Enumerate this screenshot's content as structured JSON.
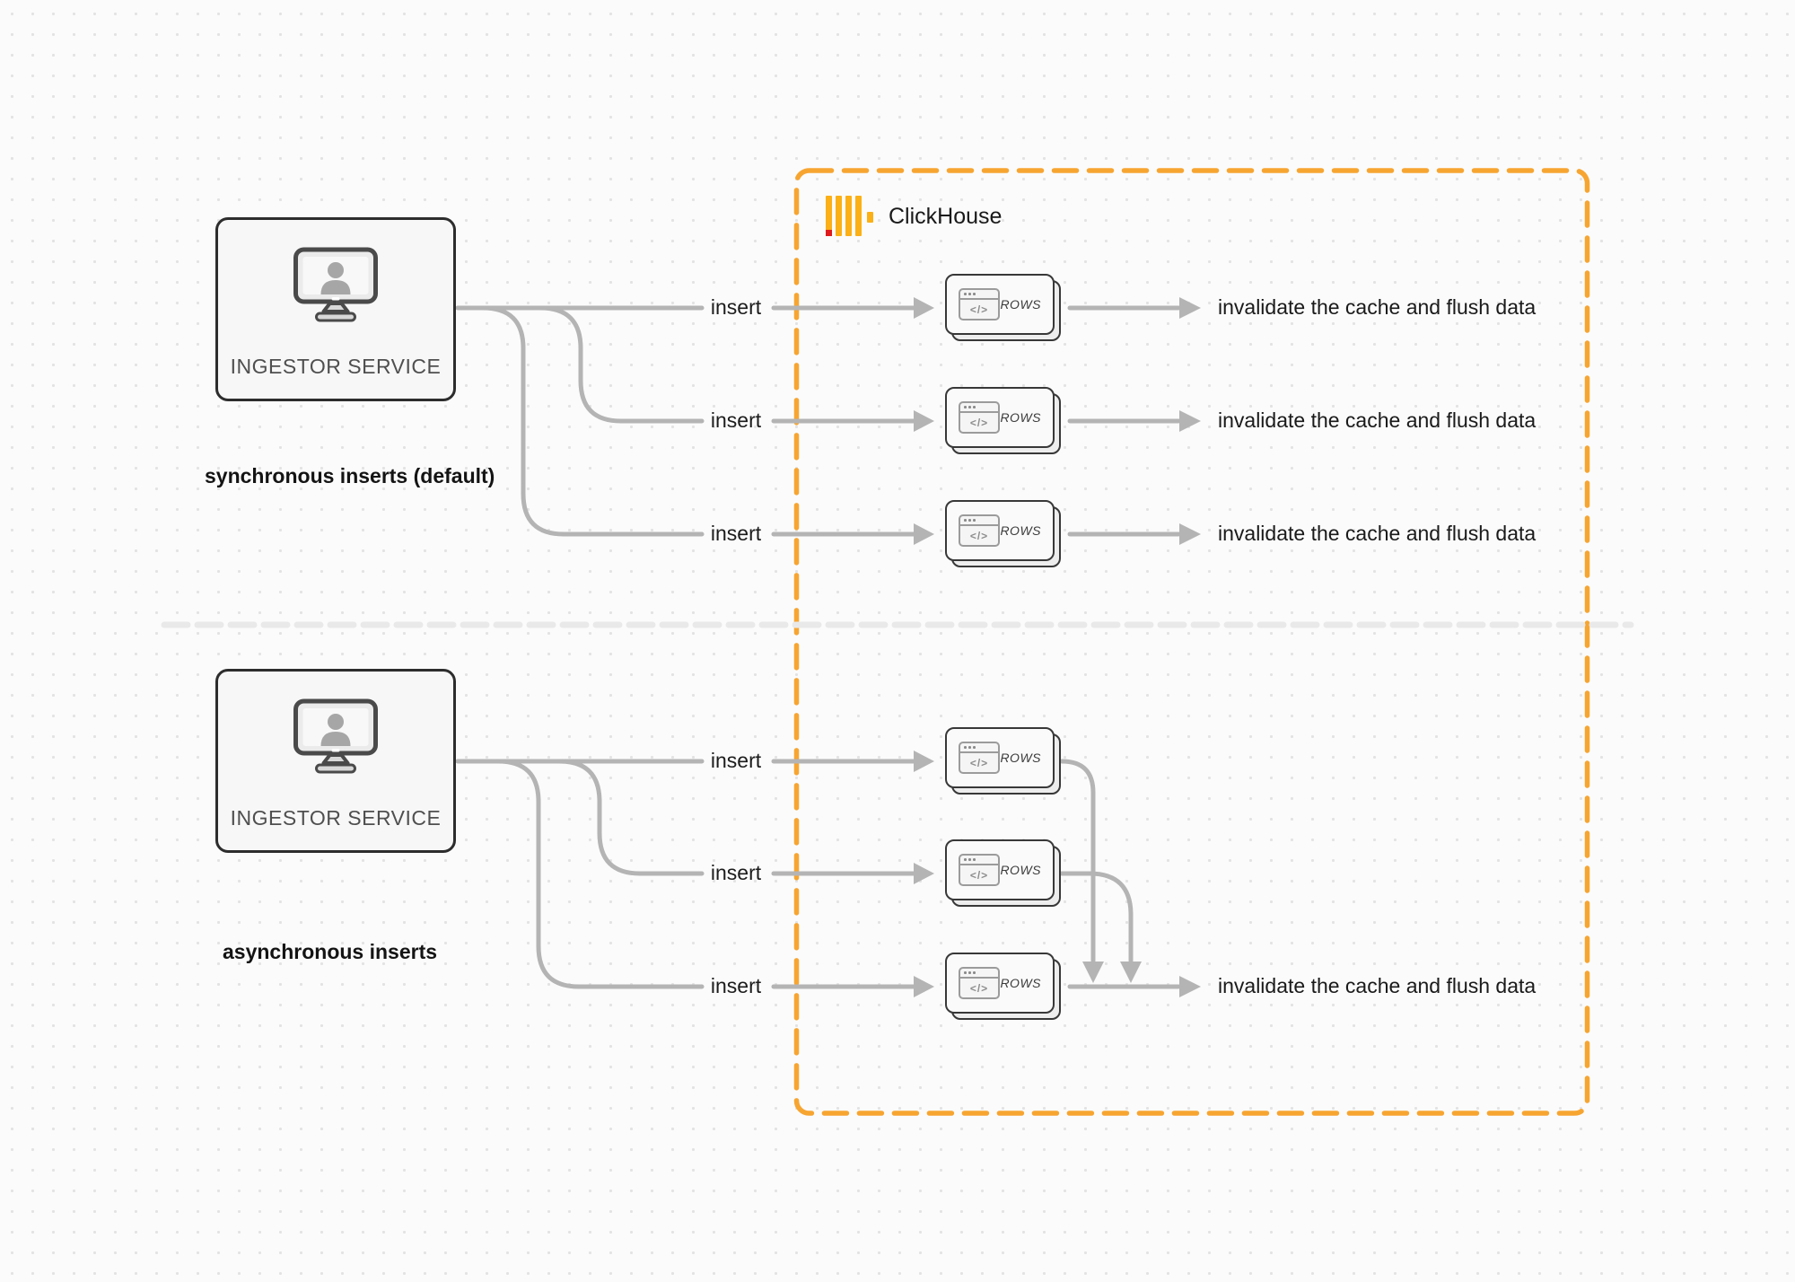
{
  "clickhouse": {
    "title": "ClickHouse"
  },
  "sync_section": {
    "service_label": "INGESTOR SERVICE",
    "caption": "synchronous inserts (default)",
    "rows": [
      {
        "insert_label": "insert",
        "card_label": "ROWS",
        "code_glyph": "</>",
        "result_label": "invalidate the cache and flush data"
      },
      {
        "insert_label": "insert",
        "card_label": "ROWS",
        "code_glyph": "</>",
        "result_label": "invalidate the cache and flush data"
      },
      {
        "insert_label": "insert",
        "card_label": "ROWS",
        "code_glyph": "</>",
        "result_label": "invalidate the cache and flush data"
      }
    ]
  },
  "async_section": {
    "service_label": "INGESTOR SERVICE",
    "caption": "asynchronous inserts",
    "rows": [
      {
        "insert_label": "insert",
        "card_label": "ROWS",
        "code_glyph": "</>"
      },
      {
        "insert_label": "insert",
        "card_label": "ROWS",
        "code_glyph": "</>"
      },
      {
        "insert_label": "insert",
        "card_label": "ROWS",
        "code_glyph": "</>",
        "result_label": "invalidate the cache and flush data"
      }
    ]
  },
  "colors": {
    "accent_orange": "#F7A531",
    "logo_yellow": "#FBB016",
    "logo_red": "#E01B1B",
    "connector_gray": "#B4B4B4"
  }
}
